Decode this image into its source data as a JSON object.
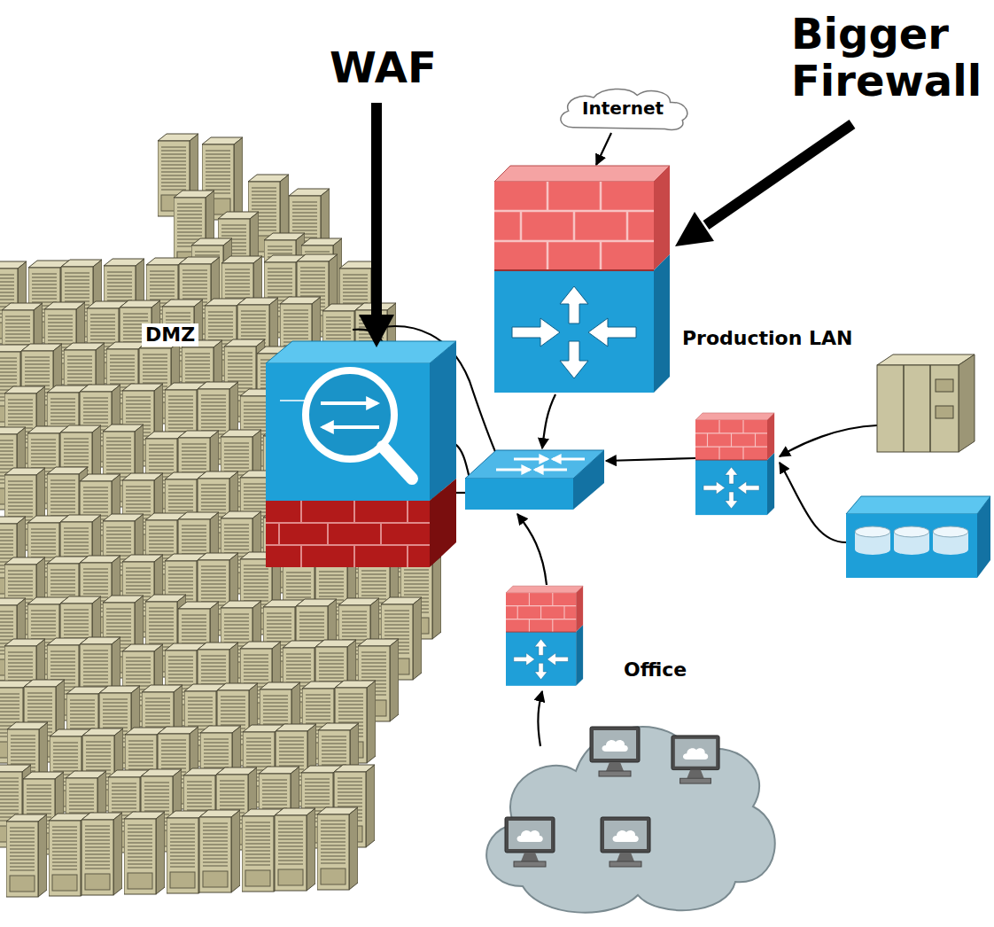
{
  "diagram": {
    "nodes": [
      {
        "text": [
          "Internet"
        ]
      }
    ],
    "labels": [
      "WAF",
      "Bigger Firewall",
      "DMZ",
      "Production LAN",
      "Office"
    ]
  }
}
